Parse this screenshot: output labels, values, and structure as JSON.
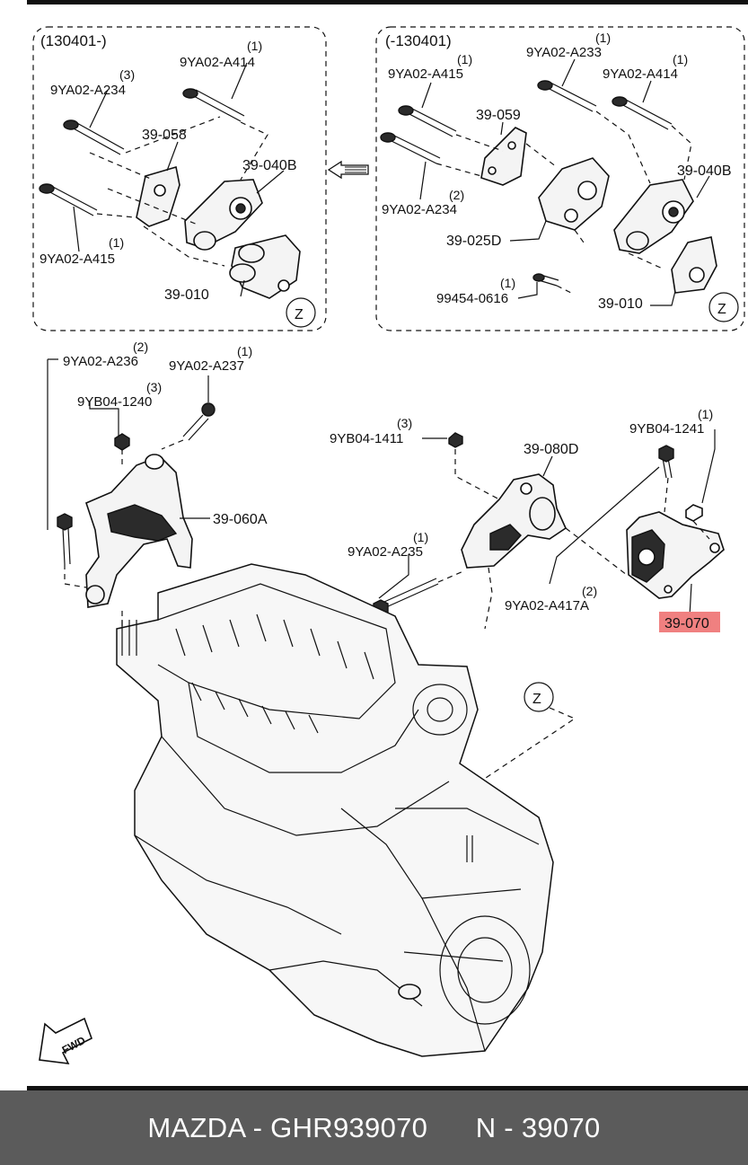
{
  "footer": {
    "brand": "MAZDA",
    "sep1": " - ",
    "part_number": "GHR939070",
    "gap": "      ",
    "n_prefix": "N - ",
    "n_number": "39070"
  },
  "groups": {
    "left_inset": "(130401-)",
    "right_inset": "(-130401)"
  },
  "view_marker": "Z",
  "fwd_label": "FWD",
  "highlight": {
    "label": "39-070",
    "bg": "#f08080"
  },
  "labels": {
    "l_a414": "9YA02-A414",
    "l_a414_q": "(1)",
    "l_a234": "9YA02-A234",
    "l_a234_q": "(3)",
    "l_058": "39-058",
    "l_040b": "39-040B",
    "l_a415": "9YA02-A415",
    "l_a415_q": "(1)",
    "l_010": "39-010",
    "r_a233": "9YA02-A233",
    "r_a233_q": "(1)",
    "r_a415": "9YA02-A415",
    "r_a415_q": "(1)",
    "r_a414": "9YA02-A414",
    "r_a414_q": "(1)",
    "r_059": "39-059",
    "r_040b": "39-040B",
    "r_a234": "9YA02-A234",
    "r_a234_q": "(2)",
    "r_025d": "39-025D",
    "r_99454": "99454-0616",
    "r_99454_q": "(1)",
    "r_010": "39-010",
    "m_a236": "9YA02-A236",
    "m_a236_q": "(2)",
    "m_a237": "9YA02-A237",
    "m_a237_q": "(1)",
    "m_1240": "9YB04-1240",
    "m_1240_q": "(3)",
    "m_060a": "39-060A",
    "m_1411": "9YB04-1411",
    "m_1411_q": "(3)",
    "m_080d": "39-080D",
    "m_1241": "9YB04-1241",
    "m_1241_q": "(1)",
    "m_a235": "9YA02-A235",
    "m_a235_q": "(1)",
    "m_a417a": "9YA02-A417A",
    "m_a417a_q": "(2)"
  }
}
